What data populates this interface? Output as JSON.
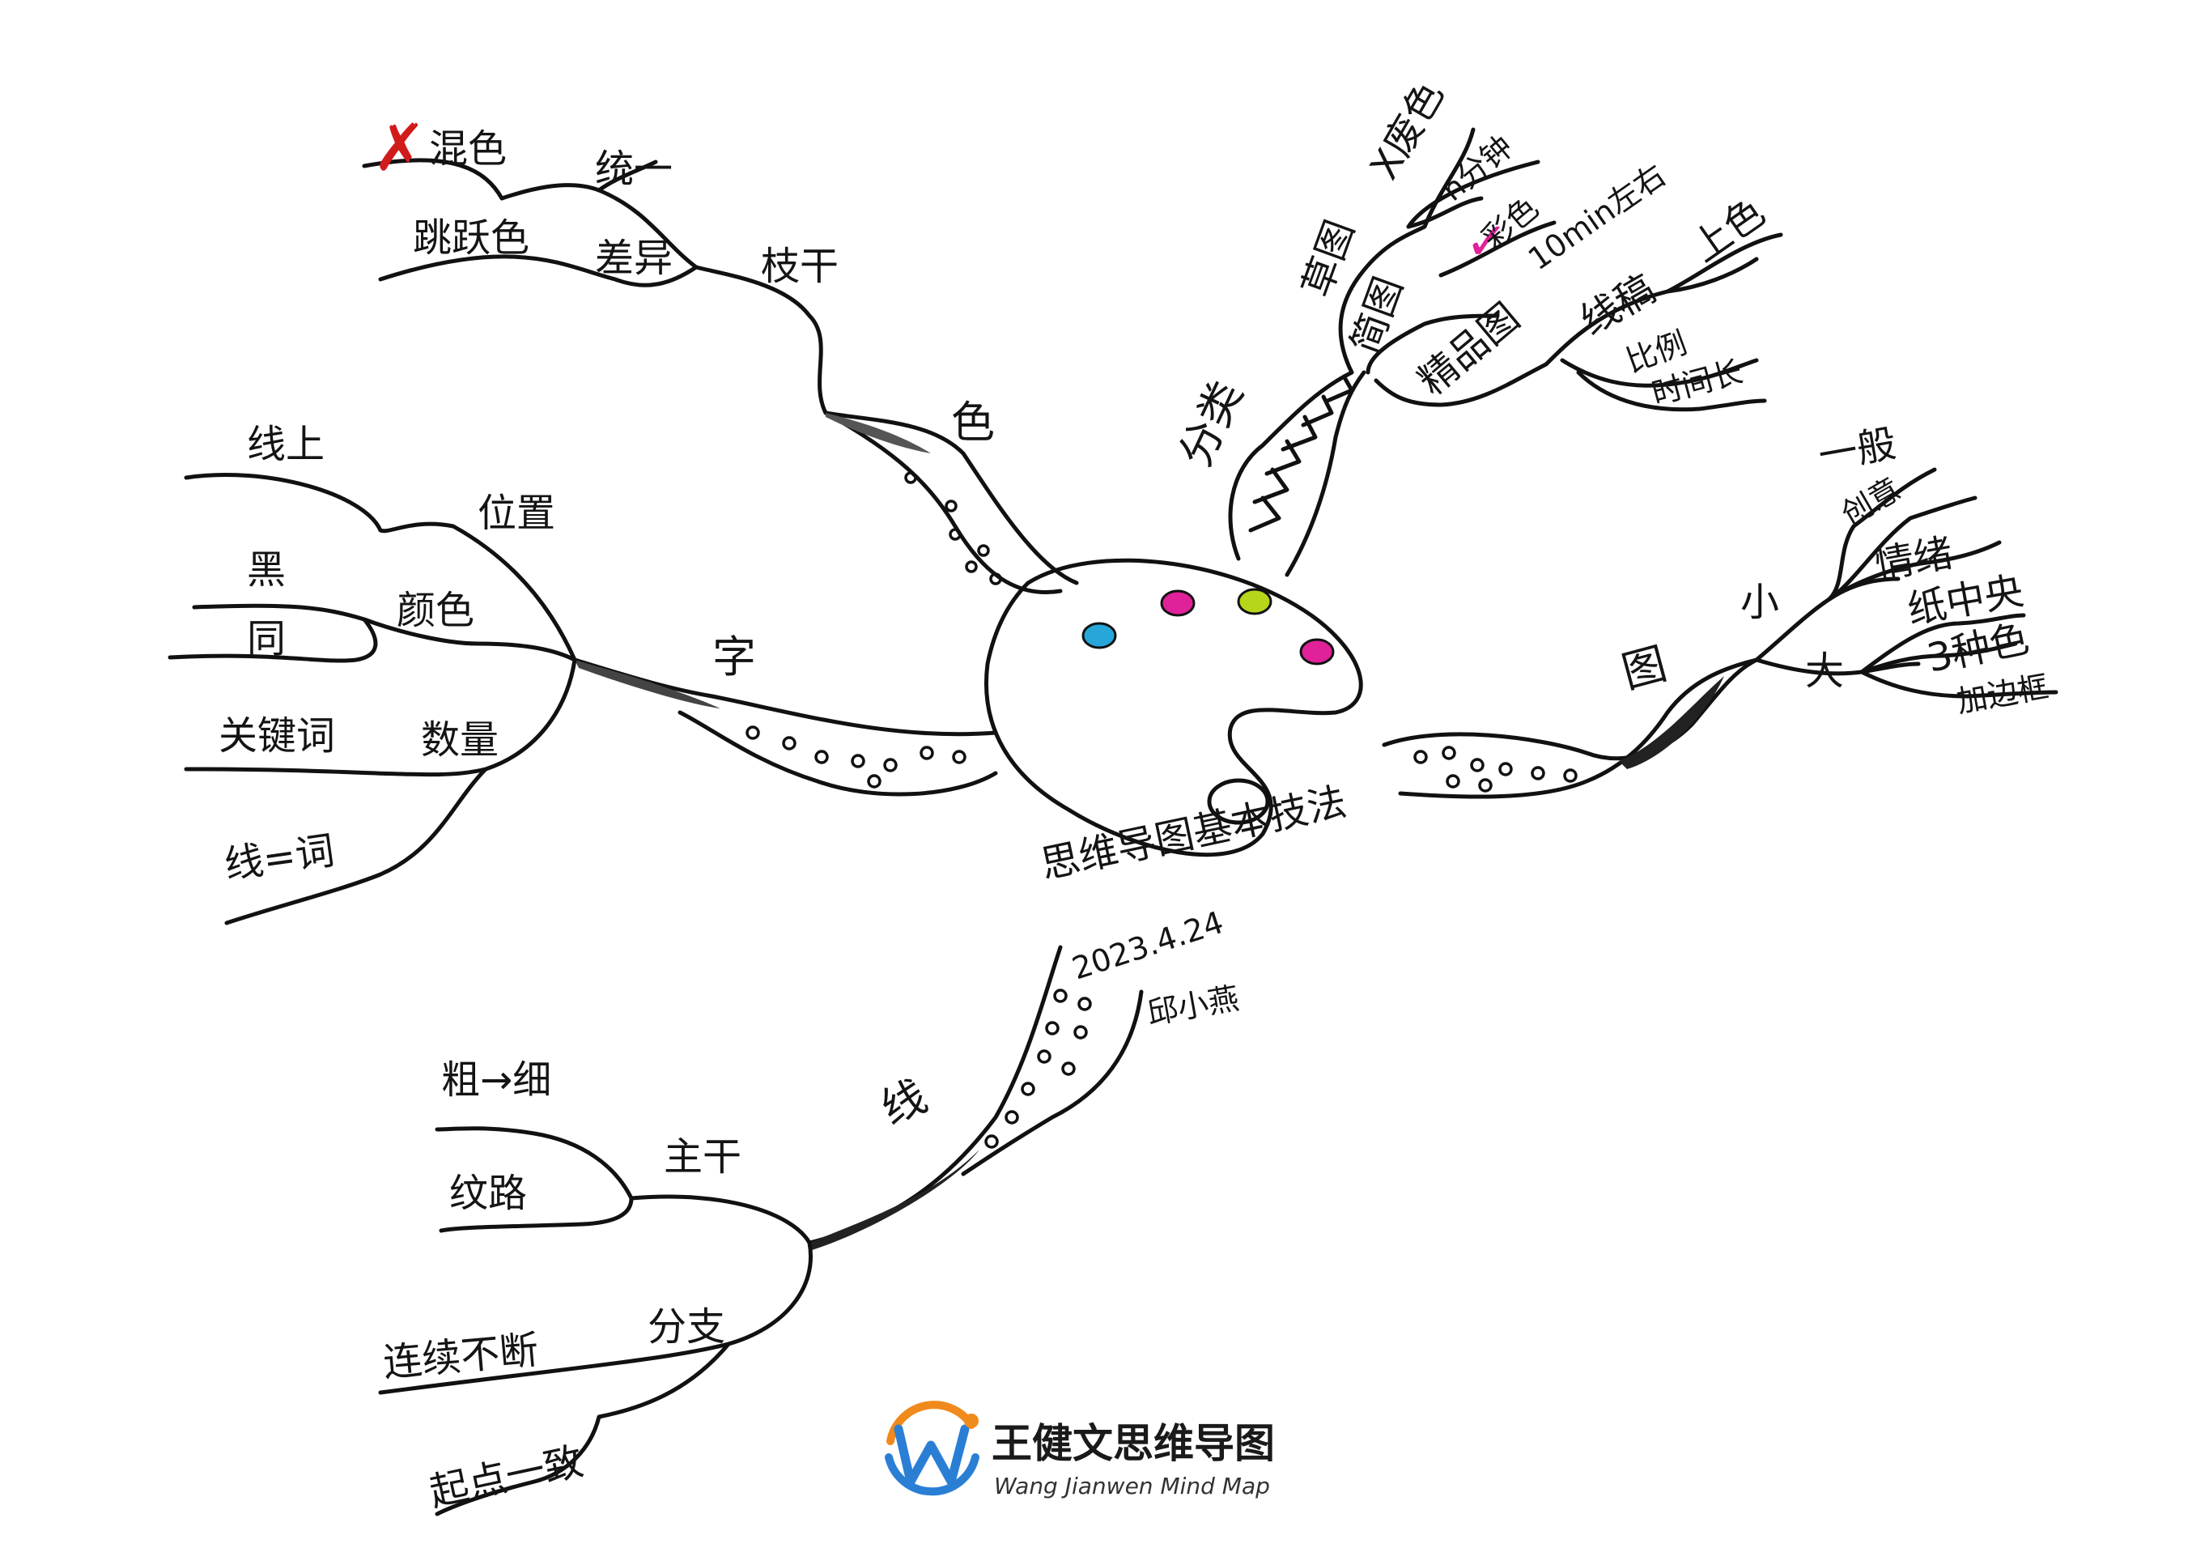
{
  "center": {
    "title": "思维导图基本技法",
    "date": "2023.4.24",
    "author": "邱小燕",
    "palette_colors": [
      "#26a6d9",
      "#e0219a",
      "#b6d61c",
      "#e0219a"
    ]
  },
  "branches": {
    "color": {
      "label": "色",
      "stem": {
        "label": "枝干"
      },
      "unify": {
        "label": "统一",
        "leaf": "混色",
        "mark": "✗",
        "mark_color": "#d11a1a"
      },
      "differ": {
        "label": "差异",
        "leaf": "跳跃色"
      }
    },
    "text": {
      "label": "字",
      "position": {
        "label": "位置",
        "leaf": "线上"
      },
      "font_color": {
        "label": "颜色",
        "leaves": [
          "黑",
          "同"
        ]
      },
      "quantity": {
        "label": "数量",
        "leaves": [
          "关键词",
          "线=词"
        ]
      }
    },
    "line": {
      "label": "线",
      "trunk": {
        "label": "主干",
        "leaves": [
          "粗→细",
          "纹路"
        ]
      },
      "branch": {
        "label": "分支",
        "leaves": [
          "连续不断",
          "起点一致"
        ]
      }
    },
    "category": {
      "label": "分类",
      "sketch": {
        "label": "草图",
        "leaves": [
          "X废色",
          "n分钟"
        ]
      },
      "simple": {
        "label": "简图",
        "leaves": [
          "彩色",
          "10min左右"
        ],
        "mark": "✓",
        "mark_color": "#e0219a"
      },
      "fine": {
        "label": "精品图",
        "leaves": [
          "线稿",
          "上色",
          "比例",
          "时间长"
        ]
      }
    },
    "image": {
      "label": "图",
      "small": {
        "label": "小",
        "leaves": [
          "一般",
          "创意",
          "情绪"
        ]
      },
      "big": {
        "label": "大",
        "leaves": [
          "纸中央",
          "3种色",
          "加边框"
        ]
      }
    }
  },
  "logo": {
    "name": "王健文思维导图",
    "sub": "Wang Jianwen Mind Map",
    "colors": [
      "#2a7fd4",
      "#f08a1c"
    ]
  }
}
